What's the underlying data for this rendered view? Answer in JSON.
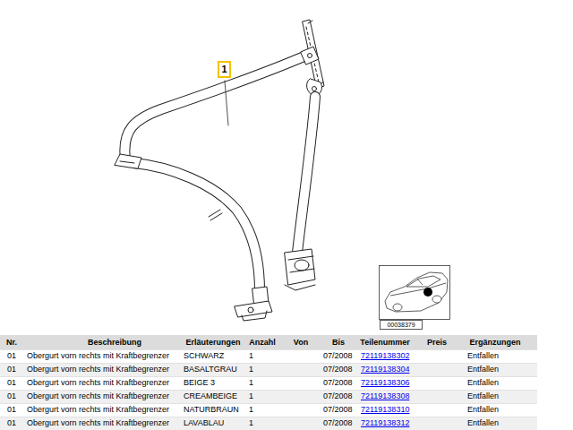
{
  "diagram": {
    "nodes": [
      {
        "text": [
          "1"
        ]
      },
      {
        "text": [
          "00038379"
        ]
      }
    ],
    "labels": [
      "Nr.",
      "Beschreibung",
      "Erläuterungen",
      "Anzahl",
      "Von",
      "Bis",
      "Teilenummer",
      "Preis",
      "Ergänzungen",
      "01",
      "Obergurt vorn rechts mit Kraftbegrenzer",
      "SCHWARZ",
      "1",
      "07/2008",
      "72119138302",
      "Entfallen",
      "01",
      "Obergurt vorn rechts mit Kraftbegrenzer",
      "BASALTGRAU",
      "1",
      "07/2008",
      "72119138304",
      "Entfallen",
      "01",
      "Obergurt vorn rechts mit Kraftbegrenzer",
      "BEIGE 3",
      "1",
      "07/2008",
      "72119138306",
      "Entfallen",
      "01",
      "Obergurt vorn rechts mit Kraftbegrenzer",
      "CREAMBEIGE",
      "1",
      "07/2008",
      "72119138308",
      "Entfallen",
      "01",
      "Obergurt vorn rechts mit Kraftbegrenzer",
      "NATURBRAUN",
      "1",
      "07/2008",
      "72119138310",
      "Entfallen",
      "01",
      "Obergurt vorn rechts mit Kraftbegrenzer",
      "LAVABLAU",
      "1",
      "07/2008",
      "72119138312",
      "Entfallen"
    ]
  }
}
